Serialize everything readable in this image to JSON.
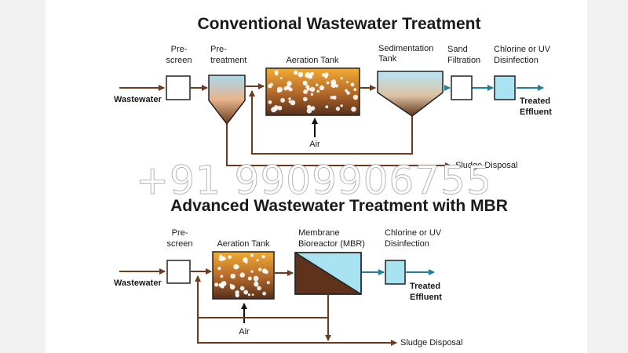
{
  "conventional": {
    "title": "Conventional Wastewater Treatment",
    "wastewater": "Wastewater",
    "prescreen": [
      "Pre-",
      "screen"
    ],
    "pretreatment": [
      "Pre-",
      "treatment"
    ],
    "aeration": "Aeration Tank",
    "air": "Air",
    "sedimentation": [
      "Sedimentation",
      "Tank"
    ],
    "sand": [
      "Sand",
      "Filtration"
    ],
    "chlorine": [
      "Chlorine or UV",
      "Disinfection"
    ],
    "effluent": [
      "Treated",
      "Effluent"
    ],
    "sludge": "Sludge Disposal"
  },
  "advanced": {
    "title": "Advanced Wastewater Treatment with MBR",
    "wastewater": "Wastewater",
    "prescreen": [
      "Pre-",
      "screen"
    ],
    "aeration": "Aeration Tank",
    "air": "Air",
    "mbr": [
      "Membrane",
      "Bioreactor (MBR)"
    ],
    "chlorine": [
      "Chlorine or UV",
      "Disinfection"
    ],
    "effluent": [
      "Treated",
      "Effluent"
    ],
    "sludge": "Sludge Disposal"
  },
  "watermark": "+91 9909906755",
  "colors": {
    "brown": "#6e3a21",
    "blue": "#1f7f9e",
    "aqua": "#a9e2f0",
    "aerationTop": "#f0a830",
    "aerationBottom": "#5c3516"
  }
}
